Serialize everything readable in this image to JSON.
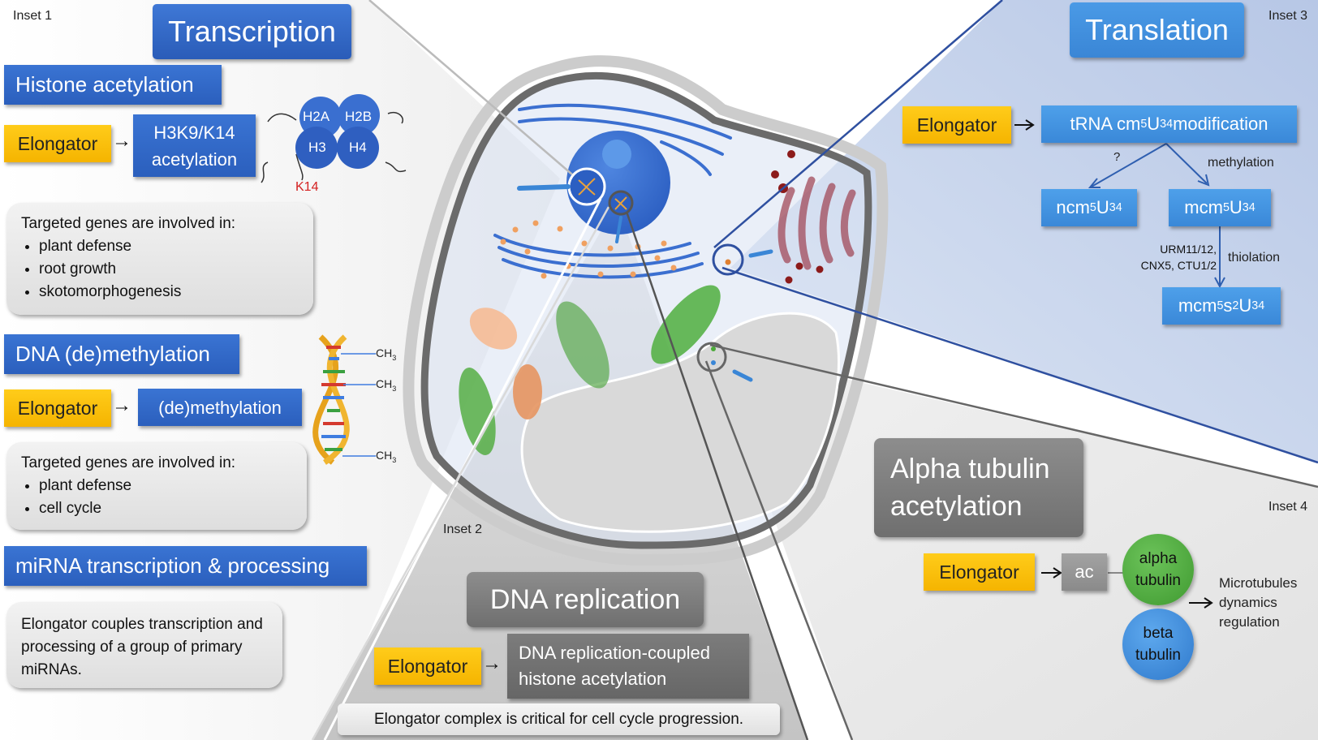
{
  "insets": {
    "inset1": "Inset 1",
    "inset2": "Inset 2",
    "inset3": "Inset 3",
    "inset4": "Inset 4"
  },
  "transcription": {
    "title": "Transcription",
    "histone": {
      "header": "Histone acetylation",
      "elongator": "Elongator",
      "target_line1": "H3K9/K14",
      "target_line2": "acetylation",
      "nucleosome": {
        "h2a": "H2A",
        "h2b": "H2B",
        "h3": "H3",
        "h4": "H4",
        "k14": "K14"
      },
      "note_title": "Targeted genes are involved in:",
      "note_items": [
        "plant defense",
        "root growth",
        "skotomorphogenesis"
      ]
    },
    "methylation": {
      "header": "DNA (de)methylation",
      "elongator": "Elongator",
      "target": "(de)methylation",
      "ch3_labels": [
        "CH",
        "CH",
        "CH"
      ],
      "ch3_sub": "3",
      "note_title": "Targeted genes are involved in:",
      "note_items": [
        "plant defense",
        "cell cycle"
      ]
    },
    "mirna": {
      "header": "miRNA transcription & processing",
      "note": "Elongator couples transcription and processing of a group of primary miRNAs."
    }
  },
  "replication": {
    "title": "DNA replication",
    "elongator": "Elongator",
    "target_line1": "DNA replication-coupled",
    "target_line2": "histone acetylation",
    "note": "Elongator complex is critical for cell cycle progression."
  },
  "translation": {
    "title": "Translation",
    "elongator": "Elongator",
    "trna_a": "tRNA cm",
    "trna_sup": "5",
    "trna_b": "U",
    "trna_sub": "34",
    "trna_c": " modification",
    "question": "?",
    "methylation": "methylation",
    "ncm_a": "ncm",
    "ncm_sup": "5",
    "ncm_b": "U",
    "ncm_sub": "34",
    "mcm_a": "mcm",
    "mcm_sup": "5",
    "mcm_b": "U",
    "mcm_sub": "34",
    "enzymes_line1": "URM11/12,",
    "enzymes_line2": "CNX5, CTU1/2",
    "thiolation": "thiolation",
    "mcms_a": "mcm",
    "mcms_sup1": "5",
    "mcms_b": "s",
    "mcms_sup2": "2",
    "mcms_c": "U",
    "mcms_sub": "34"
  },
  "tubulin": {
    "title_line1": "Alpha tubulin",
    "title_line2": "acetylation",
    "elongator": "Elongator",
    "ac": "ac",
    "alpha_line1": "alpha",
    "alpha_line2": "tubulin",
    "beta_line1": "beta",
    "beta_line2": "tubulin",
    "outcome_line1": "Microtubules",
    "outcome_line2": "dynamics",
    "outcome_line3": "regulation"
  },
  "colors": {
    "elongator": "#f5b400",
    "dark_blue": "#2b5fbd",
    "light_blue": "#3a88d8",
    "grey_header": "#7a7a7a",
    "alpha_tubulin": "#4caa3a",
    "beta_tubulin": "#3a86d6",
    "k14_label": "#d42020"
  }
}
